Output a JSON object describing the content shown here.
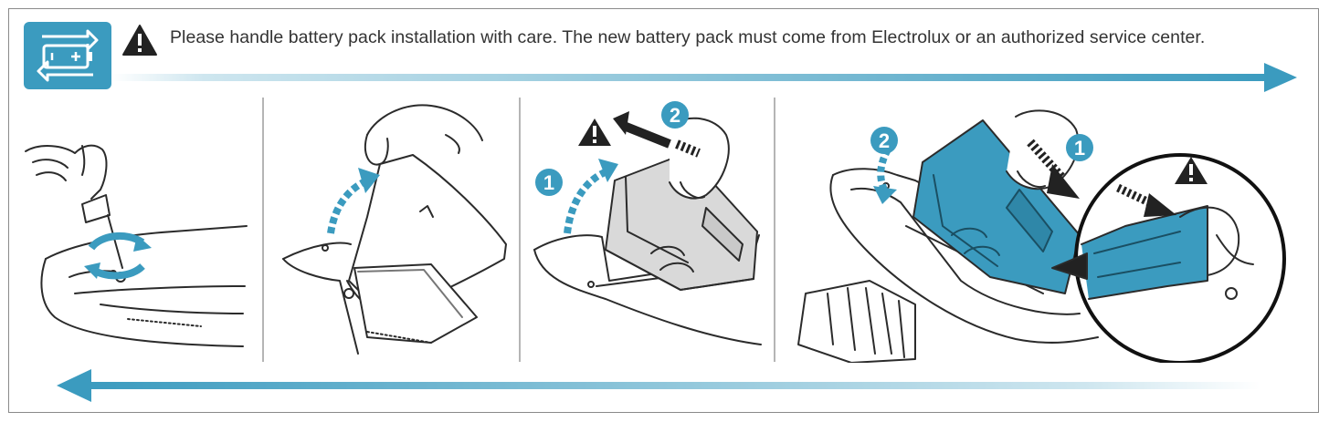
{
  "header": {
    "warning_text": "Please handle battery pack installation with care. The new battery pack must come from Electrolux or an authorized service center."
  },
  "icons": {
    "battery_badge": "battery-replace-icon",
    "warning": "warning-triangle-icon"
  },
  "colors": {
    "accent": "#3b9bbf",
    "line": "#333333",
    "frame": "#8a8a8a",
    "step_badge": "#3b9bbf"
  },
  "steps": {
    "panel3": {
      "badge_1": "1",
      "badge_2": "2"
    },
    "panel4": {
      "badge_1": "1",
      "badge_2": "2"
    }
  }
}
